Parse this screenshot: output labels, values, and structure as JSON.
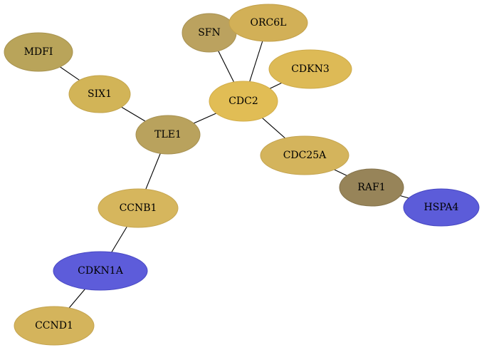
{
  "graph": {
    "nodes": [
      {
        "id": "MDFI",
        "label": "MDFI",
        "color": "#b9a45a",
        "stroke": "#a89350"
      },
      {
        "id": "SIX1",
        "label": "SIX1",
        "color": "#d2b457",
        "stroke": "#c3a44c"
      },
      {
        "id": "TLE1",
        "label": "TLE1",
        "color": "#b9a25d",
        "stroke": "#a79152"
      },
      {
        "id": "SFN",
        "label": "SFN",
        "color": "#bba25f",
        "stroke": "#a89254"
      },
      {
        "id": "ORC6L",
        "label": "ORC6L",
        "color": "#d2b057",
        "stroke": "#c3a14b"
      },
      {
        "id": "CDKN3",
        "label": "CDKN3",
        "color": "#ddba56",
        "stroke": "#cdaa4a"
      },
      {
        "id": "CDC2",
        "label": "CDC2",
        "color": "#e1bd55",
        "stroke": "#d2ad49"
      },
      {
        "id": "CDC25A",
        "label": "CDC25A",
        "color": "#d4b45c",
        "stroke": "#c4a450"
      },
      {
        "id": "RAF1",
        "label": "RAF1",
        "color": "#978459",
        "stroke": "#84734c"
      },
      {
        "id": "HSPA4",
        "label": "HSPA4",
        "color": "#5c5cd9",
        "stroke": "#4747c2"
      },
      {
        "id": "CCNB1",
        "label": "CCNB1",
        "color": "#d6b65d",
        "stroke": "#c6a651"
      },
      {
        "id": "CDKN1A",
        "label": "CDKN1A",
        "color": "#5d5cda",
        "stroke": "#4848c4"
      },
      {
        "id": "CCND1",
        "label": "CCND1",
        "color": "#d4b45c",
        "stroke": "#c4a450"
      }
    ],
    "edges": [
      [
        "MDFI",
        "SIX1"
      ],
      [
        "SIX1",
        "TLE1"
      ],
      [
        "TLE1",
        "CDC2"
      ],
      [
        "TLE1",
        "CCNB1"
      ],
      [
        "SFN",
        "CDC2"
      ],
      [
        "ORC6L",
        "CDC2"
      ],
      [
        "CDKN3",
        "CDC2"
      ],
      [
        "CDC2",
        "CDC25A"
      ],
      [
        "CDC25A",
        "RAF1"
      ],
      [
        "RAF1",
        "HSPA4"
      ],
      [
        "CCNB1",
        "CDKN1A"
      ],
      [
        "CDKN1A",
        "CCND1"
      ]
    ]
  }
}
